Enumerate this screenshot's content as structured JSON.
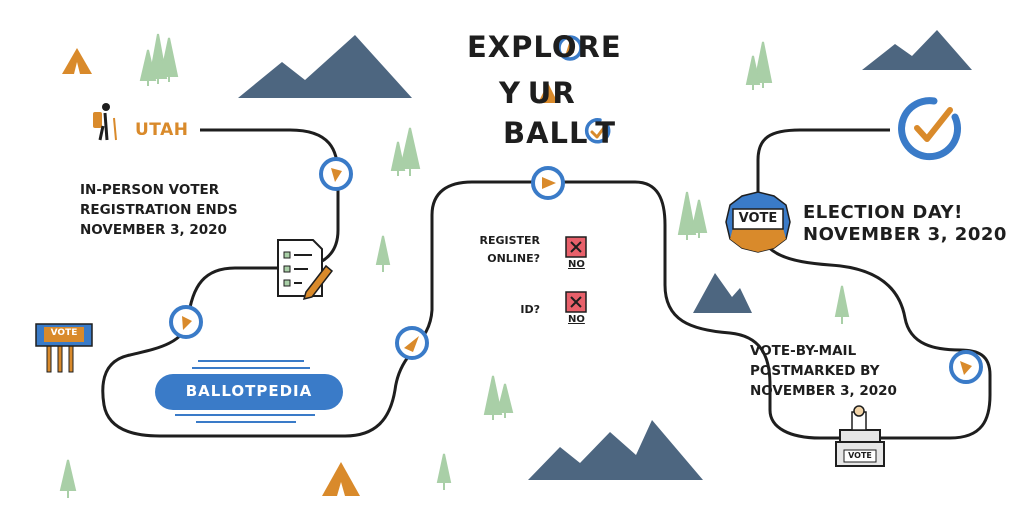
{
  "title": {
    "line1": "EXPLORE",
    "line2": "Y UR",
    "line3": "BALL T"
  },
  "state_name": "UTAH",
  "inperson": {
    "line1": "IN-PERSON VOTER",
    "line2": "REGISTRATION ENDS",
    "line3": "NOVEMBER 3, 2020"
  },
  "register_online": {
    "line1": "REGISTER",
    "line2": "ONLINE?",
    "answer": "NO"
  },
  "id_required": {
    "label": "ID?",
    "answer": "NO"
  },
  "election_day": {
    "line1": "ELECTION DAY!",
    "line2": "NOVEMBER 3, 2020"
  },
  "vote_by_mail": {
    "line1": "VOTE-BY-MAIL",
    "line2": "POSTMARKED BY",
    "line3": "NOVEMBER 3, 2020"
  },
  "brand": "BALLOTPEDIA",
  "sign_text": "VOTE",
  "rosette_text": "VOTE",
  "box_text": "VOTE",
  "colors": {
    "blue": "#3a7bc8",
    "orange": "#d98a2b",
    "slate": "#4d6680",
    "tree": "#a9cfa7",
    "ink": "#1e1e1e",
    "red": "#e8606a"
  }
}
